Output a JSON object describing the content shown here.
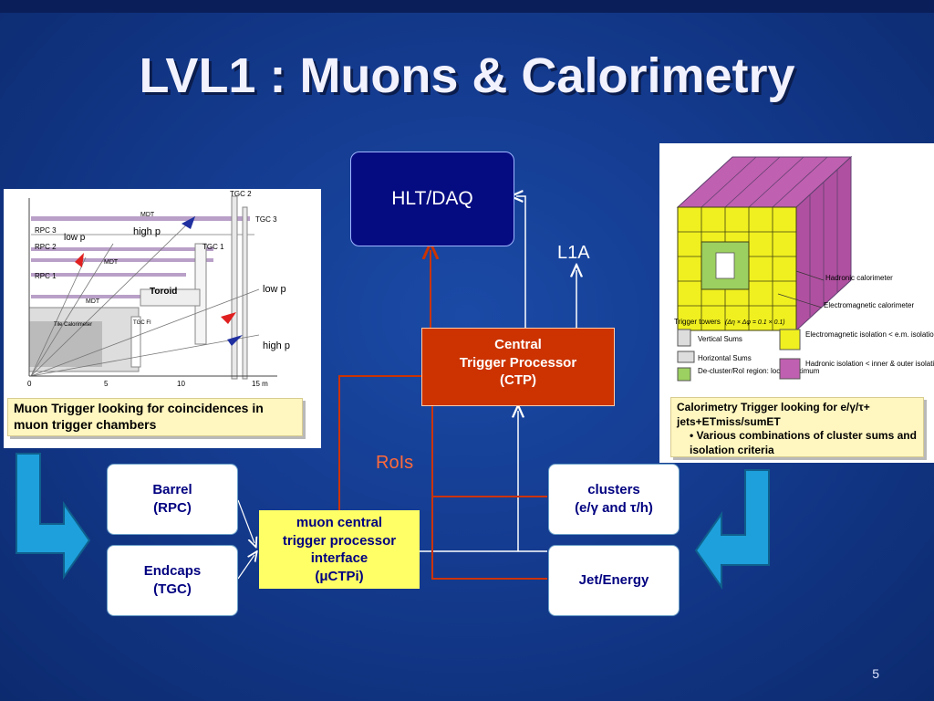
{
  "slide": {
    "title": "LVL1 : Muons & Calorimetry",
    "page_number": "5"
  },
  "boxes": {
    "hlt": "HLT/DAQ",
    "l1a": "L1A",
    "ctp_line1": "Central",
    "ctp_line2": "Trigger Processor",
    "ctp_line3": "(CTP)",
    "rois": "RoIs",
    "barrel_line1": "Barrel",
    "barrel_line2": "(RPC)",
    "endcaps_line1": "Endcaps",
    "endcaps_line2": "(TGC)",
    "mucti_line1": "muon central",
    "mucti_line2": "trigger processor",
    "mucti_line3": "interface",
    "mucti_line4": "(μCTPi)",
    "clusters_line1": "clusters",
    "clusters_line2": "(e/γ and τ/h)",
    "jet_energy": "Jet/Energy"
  },
  "muon_panel": {
    "labels": {
      "tgc2": "TGC 2",
      "mdt_top": "MDT",
      "tgc3": "TGC 3",
      "rpc3": "RPC 3",
      "low_pt_top": "low p",
      "high_pt_top": "high p",
      "rpc2": "RPC 2",
      "tgc1": "TGC 1",
      "mdt_mid": "MDT",
      "rpc1": "RPC 1",
      "toroid": "Toroid",
      "mdt_low": "MDT",
      "low_pt_right": "low p",
      "tile": "Tile Calorimeter",
      "tgc_fi": "TGC FI",
      "high_pt_right": "high p",
      "tick0": "0",
      "tick5": "5",
      "tick10": "10",
      "tick15": "15 m"
    },
    "caption": "Muon Trigger looking for coincidences in muon trigger chambers"
  },
  "calo_panel": {
    "labels": {
      "hadronic": "Hadronic calorimeter",
      "em": "Electromagnetic calorimeter",
      "trigger_towers": "Trigger towers",
      "trigger_towers_formula": "(Δη × Δφ = 0.1 × 0.1)",
      "vertical_sums": "Vertical Sums",
      "horizontal_sums": "Horizontal Sums",
      "decluster": "De-cluster/RoI region: local maximum",
      "em_iso": "Electromagnetic isolation < e.m. isolation threshold",
      "had_iso": "Hadronic isolation < inner & outer isolation thresholds"
    },
    "caption_line1": "Calorimetry Trigger looking for e/γ/τ+ jets+ETmiss/sumET",
    "caption_bullet": "Various combinations of cluster sums and isolation criteria"
  }
}
